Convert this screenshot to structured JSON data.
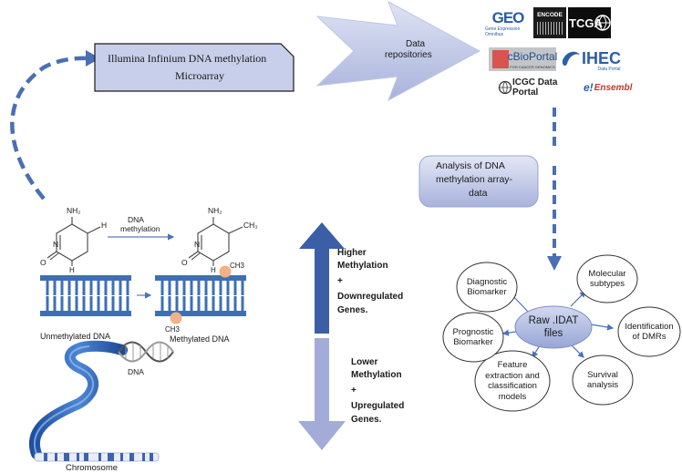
{
  "microarray": {
    "line1": "Illumina  Infinium  DNA methylation",
    "line2": "Microarray"
  },
  "data_repositories": {
    "line1": "Data",
    "line2": "repositories"
  },
  "logos": {
    "geo": "GEO",
    "geo_sub": "Gene Expression Omnibus",
    "encode": "ENCODE",
    "tcga": "TCGA",
    "cbioportal": "cBioPortal",
    "cbioportal_sub": "FOR CANCER GENOMICS",
    "ihec": "IHEC",
    "ihec_sub": "Data Portal",
    "icgc": "ICGC Data Portal",
    "ensembl": "Ensembl"
  },
  "analysis": {
    "line1": "Analysis of DNA",
    "line2": "methylation  array-",
    "line3": "data"
  },
  "hub": {
    "line1": "Raw .IDAT",
    "line2": "files"
  },
  "satellites": {
    "diagnostic": {
      "line1": "Diagnostic",
      "line2": "Biomarker"
    },
    "molecular": {
      "line1": "Molecular",
      "line2": "subtypes"
    },
    "dmr": {
      "line1": "Identification",
      "line2": "of DMRs"
    },
    "survival": {
      "line1": "Survival",
      "line2": "analysis"
    },
    "feature": {
      "line1": "Feature",
      "line2": "extraction and",
      "line3": "classification",
      "line4": "models"
    },
    "prognostic": {
      "line1": "Prognostic",
      "line2": "Biomarker"
    }
  },
  "chemistry": {
    "nh2_left": "NH₂",
    "nh2_right": "NH₂",
    "o_left": "O",
    "o_right": "O",
    "n_left": "N",
    "n_right": "N",
    "h_left": "H",
    "h_left_bottom": "H",
    "h_right_bottom": "H",
    "ch3_ring": "CH₃",
    "process_line1": "DNA",
    "process_line2": "methylation"
  },
  "dna_strands": {
    "unmethylated": "Unmethylated DNA",
    "methylated": "Methylated DNA",
    "ch3_top": "CH3",
    "ch3_bottom": "CH3"
  },
  "chromosome": {
    "dna": "DNA",
    "label": "Chromosome"
  },
  "higher": {
    "line1": "Higher",
    "line2": "Methylation",
    "plus": "+",
    "line3": "Downregulated",
    "line4": "Genes."
  },
  "lower": {
    "line1": "Lower",
    "line2": "Methylation",
    "plus": "+",
    "line3": "Upregulated",
    "line4": "Genes."
  },
  "colors": {
    "accent_blue": "#4472c4",
    "dark_blue": "#3a5aa0",
    "light_blue_arrow": "#9aa6d6",
    "box_fill": "#c7cde8",
    "dna_rail": "#3e6fb5",
    "methyl_dot": "#f2b187"
  }
}
